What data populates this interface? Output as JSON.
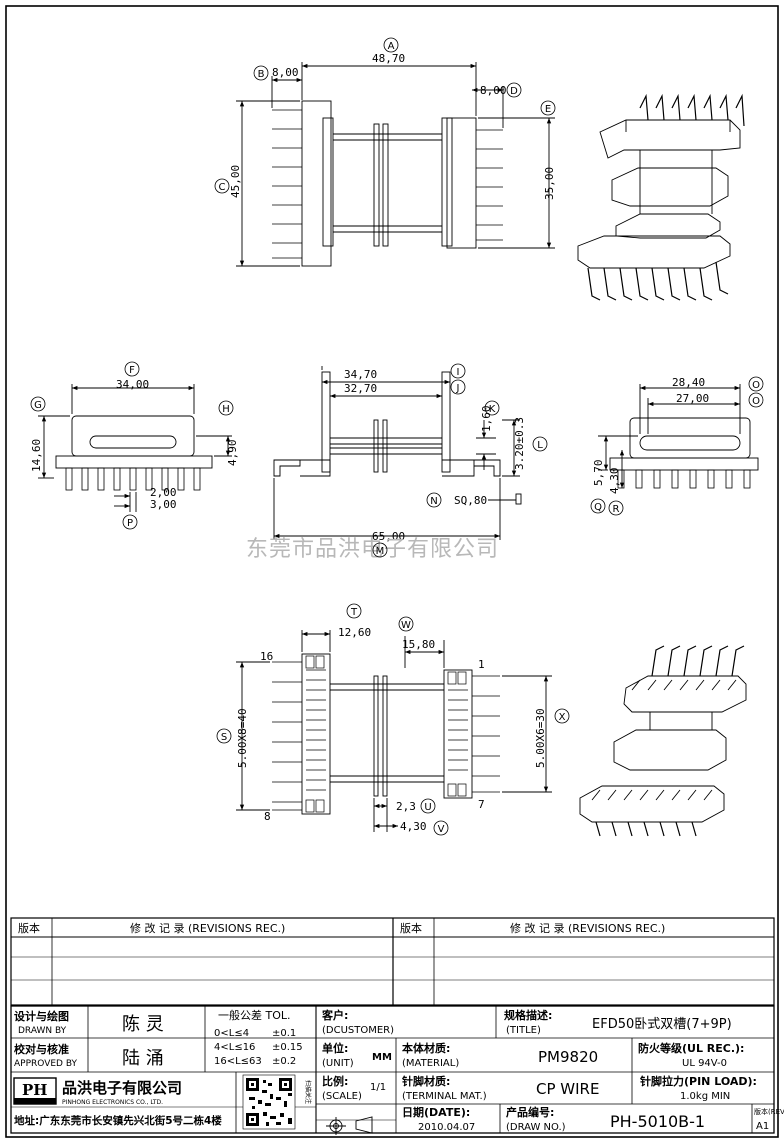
{
  "watermark": "东莞市品洪电子有限公司",
  "dims": {
    "top_a": "48,70",
    "top_b": "8,00",
    "top_d": "8,00",
    "top_c": "45,00",
    "top_e": "35,00",
    "mid_f": "34,00",
    "mid_g": "14,60",
    "mid_h": "4,90",
    "mid_p1": "2,00",
    "mid_p2": "3,00",
    "ctr_i": "34,70",
    "ctr_j": "32,70",
    "ctr_k": "1,60",
    "ctr_l": "3.20±0.3",
    "ctr_n": "SQ,80",
    "ctr_m": "65,00",
    "rt_1": "28,40",
    "rt_2": "27,00",
    "rt_q": "5,70",
    "rt_r": "4,30",
    "bot_t": "12,60",
    "bot_w": "15,80",
    "bot_s": "5.00X8=40",
    "bot_x": "5.00X6=30",
    "bot_u": "2,3",
    "bot_v": "4,30"
  },
  "callouts": {
    "A": "A",
    "B": "B",
    "C": "C",
    "D": "D",
    "E": "E",
    "F": "F",
    "G": "G",
    "H": "H",
    "I": "I",
    "J": "J",
    "K": "K",
    "L": "L",
    "M": "M",
    "N": "N",
    "O": "O",
    "P": "P",
    "Q": "Q",
    "R": "R",
    "S": "S",
    "T": "T",
    "U": "U",
    "V": "V",
    "W": "W",
    "X": "X"
  },
  "pins": {
    "p16": "16",
    "p8": "8",
    "p1": "1",
    "p7": "7"
  },
  "revisions": {
    "col_ver": "版本",
    "col_rec": "修 改 记 录 (REVISIONS REC.)",
    "col_ver2": "版本",
    "col_rec2": "修 改 记 录 (REVISIONS REC.)"
  },
  "title_block": {
    "design_label": "设计与绘图",
    "design_label_en": "DRAWN BY",
    "designer": "陈 灵",
    "check_label": "校对与核准",
    "check_label_en": "APPROVED BY",
    "checker": "陆 涌",
    "tol_title": "一般公差 TOL.",
    "tol_rows": [
      {
        "range": "0<L≤4",
        "tol": "±0.1"
      },
      {
        "range": "4<L≤16",
        "tol": "±0.15"
      },
      {
        "range": "16<L≤63",
        "tol": "±0.2"
      }
    ],
    "customer_label": "客户:",
    "customer_label_en": "(DCUSTOMER)",
    "unit_label": "单位:",
    "unit_label_en": "(UNIT)",
    "unit": "MM",
    "material_label": "本体材质:",
    "material_label_en": "(MATERIAL)",
    "material": "PM9820",
    "scale_label": "比例:",
    "scale_label_en": "(SCALE)",
    "scale": "1/1",
    "terminal_label": "针脚材质:",
    "terminal_label_en": "(TERMINAL MAT.)",
    "terminal": "CP WIRE",
    "date_label": "日期(DATE):",
    "date": "2010.04.07",
    "product_label": "产品编号:",
    "product_label_en": "(DRAW NO.)",
    "product": "PH-5010B-1",
    "title_label": "规格描述:",
    "title_label_en": "(TITLE)",
    "title": "EFD50卧式双槽(7+9P)",
    "ul_label": "防火等级(UL REC.):",
    "ul": "UL 94V-0",
    "pin_load_label": "针脚拉力(PIN LOAD):",
    "pin_load": "1.0kg MIN",
    "rev_label": "版本(REV):",
    "rev": "A1",
    "company_logo": "PH",
    "company_name": "品洪电子有限公司",
    "company_en": "PINHONG ELECTRONICS CO., LTD.",
    "company_address": "地址:广东东莞市长安镇先兴北街5号二栋4楼",
    "qr_caption": "扫描关注"
  }
}
